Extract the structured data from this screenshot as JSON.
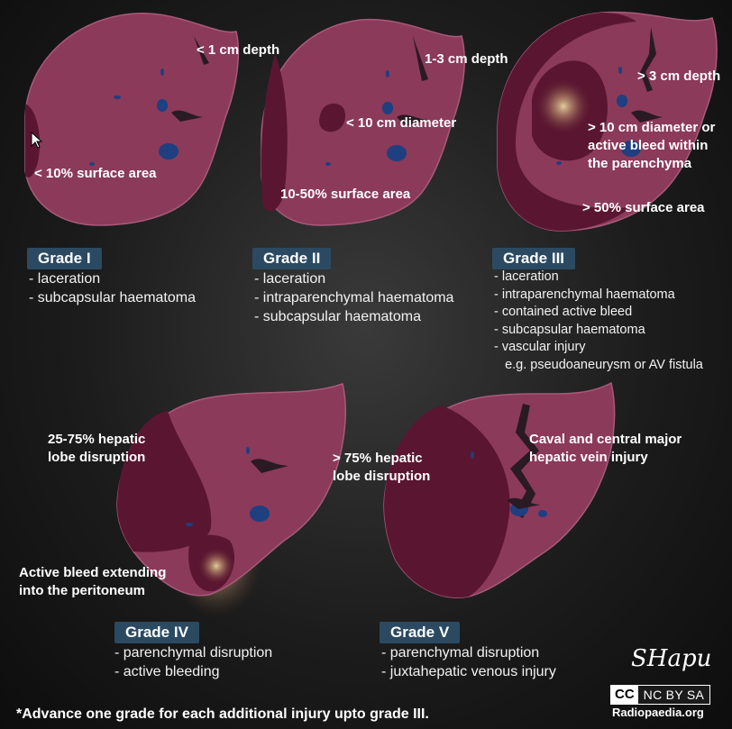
{
  "grades": [
    {
      "label": "Grade I",
      "features": [
        "- laceration",
        "- subcapsular haematoma"
      ],
      "annotations": [
        "< 1 cm depth",
        "< 10% surface area"
      ]
    },
    {
      "label": "Grade II",
      "features": [
        "- laceration",
        "- intraparenchymal haematoma",
        "- subcapsular haematoma"
      ],
      "annotations": [
        "1-3 cm depth",
        "< 10 cm diameter",
        "10-50% surface area"
      ]
    },
    {
      "label": "Grade III",
      "features": [
        "- laceration",
        "- intraparenchymal haematoma",
        "- contained active bleed",
        "- subcapsular haematoma",
        "- vascular injury",
        "   e.g. pseudoaneurysm or AV fistula"
      ],
      "annotations": [
        "> 3 cm depth",
        "> 10 cm diameter or",
        "active bleed within",
        "the parenchyma",
        "> 50% surface area"
      ]
    },
    {
      "label": "Grade IV",
      "features": [
        "- parenchymal disruption",
        "- active bleeding"
      ],
      "annotations": [
        "25-75% hepatic",
        "lobe disruption",
        "Active bleed extending",
        "into the peritoneum"
      ]
    },
    {
      "label": "Grade V",
      "features": [
        "- parenchymal disruption",
        "- juxtahepatic venous injury"
      ],
      "annotations": [
        "> 75% hepatic",
        "lobe disruption",
        "Caval and central major",
        "hepatic vein injury"
      ]
    }
  ],
  "footnote": "*Advance one grade for each additional injury upto grade III.",
  "signature": "SHapu",
  "license": {
    "mark": "CC",
    "terms": "NC BY SA"
  },
  "site": "Radiopaedia.org",
  "colors": {
    "liver": "#8b3a5a",
    "liver_edge": "#a85a7a",
    "haematoma": "#5a1630",
    "vessel": "#1e3f80",
    "badge": "#2b4a62"
  }
}
